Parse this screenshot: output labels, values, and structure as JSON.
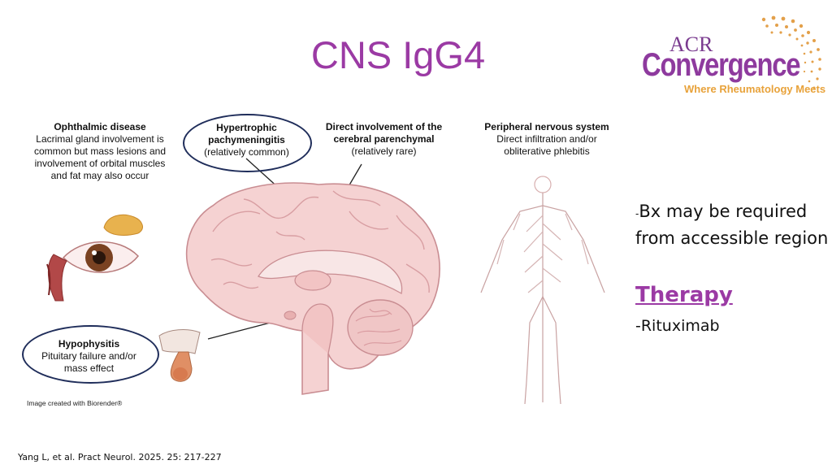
{
  "slide": {
    "title": "CNS IgG4",
    "image_credit": "Image created with Biorender®",
    "citation": "Yang L, et al. Pract Neurol. 2025. 25: 217-227"
  },
  "logo": {
    "acr": "ACR",
    "name": "Convergence",
    "tagline": "Where Rheumatology Meets"
  },
  "figure": {
    "ophthalmic": {
      "heading": "Ophthalmic disease",
      "body": [
        "Lacrimal gland involvement is",
        "common but mass lesions and",
        "involvement of orbital muscles",
        "and fat may also occur"
      ]
    },
    "pachy": {
      "heading": [
        "Hypertrophic",
        "pachymeningitis"
      ],
      "note": "(relatively common)"
    },
    "parenchymal": {
      "heading": [
        "Direct involvement of the",
        "cerebral parenchymal"
      ],
      "note": "(relatively rare)"
    },
    "peripheral": {
      "heading": "Peripheral nervous system",
      "body": [
        "Direct infiltration and/or",
        "obliterative phlebitis"
      ]
    },
    "hypophysitis": {
      "heading": "Hypophysitis",
      "body": [
        "Pituitary failure and/or",
        "mass effect"
      ]
    }
  },
  "notes": {
    "bx_prefix": "-",
    "bx_line1": "Bx may be required",
    "bx_line2": "from accessible region",
    "therapy_heading": "Therapy",
    "therapy_item": "-Rituximab"
  },
  "colors": {
    "title": "#9b3aa4",
    "oval_border": "#1f2d5a",
    "brain": "#f4cfcf",
    "brain_outline": "#c98d92",
    "logo_tagline": "#e8a23a"
  }
}
